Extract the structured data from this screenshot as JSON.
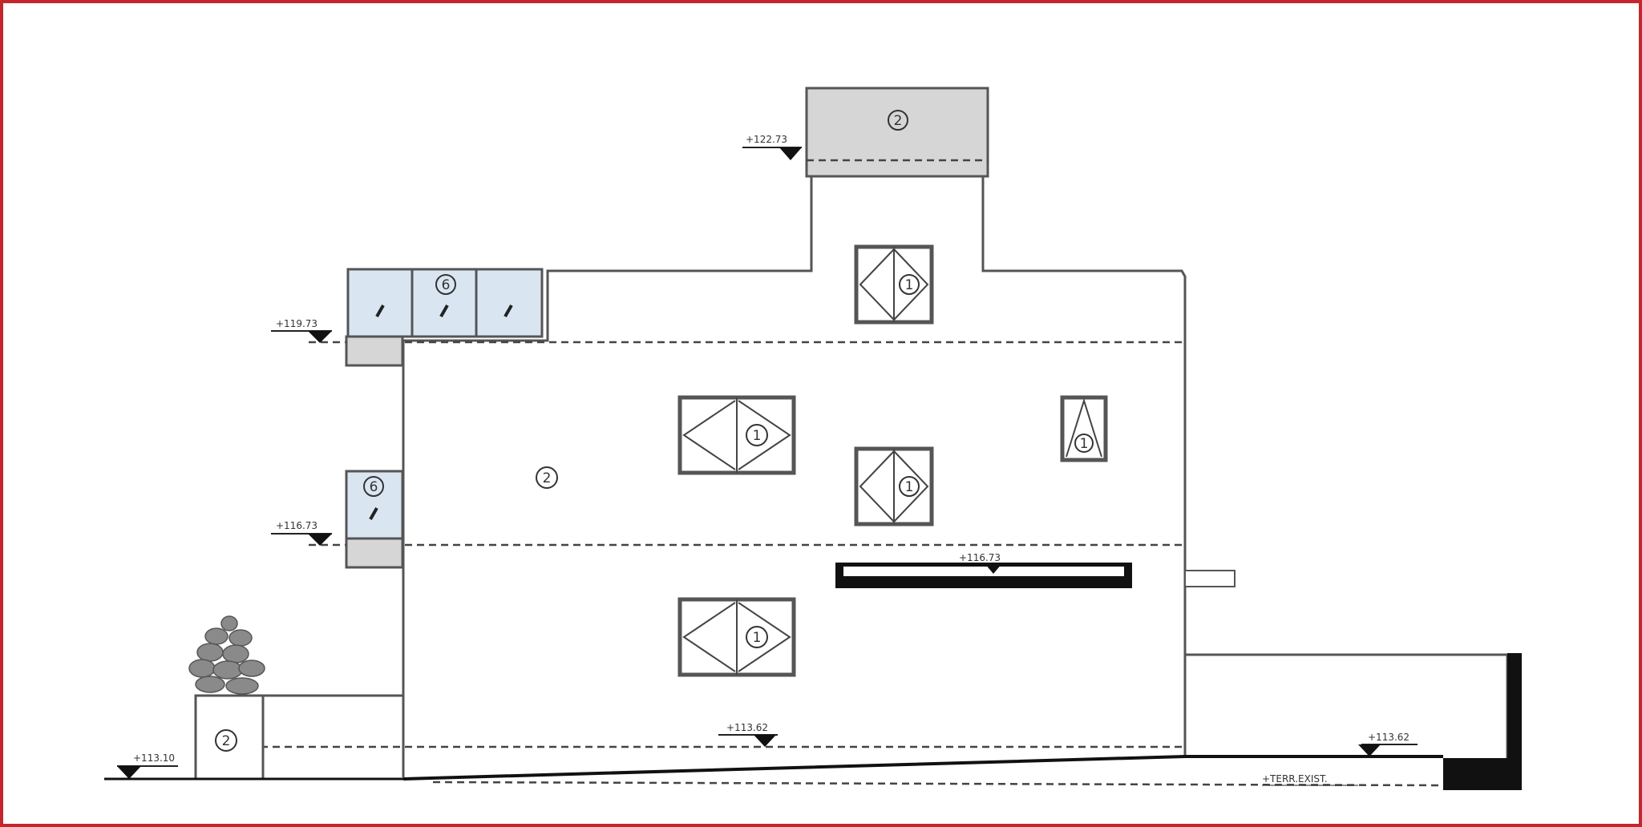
{
  "drawing": {
    "type": "building elevation",
    "frame_color": "#c4262e",
    "level_labels": {
      "roof_box": "+122.73",
      "terrace": "+119.73",
      "middle": "+116.73",
      "canopy": "+116.73",
      "ground_floor": "+113.62",
      "ground_right": "+113.62",
      "ground_left": "+113.10",
      "terrain": "+TERR.EXIST."
    },
    "tags": {
      "window": "1",
      "wall": "2",
      "railing": "6"
    }
  }
}
